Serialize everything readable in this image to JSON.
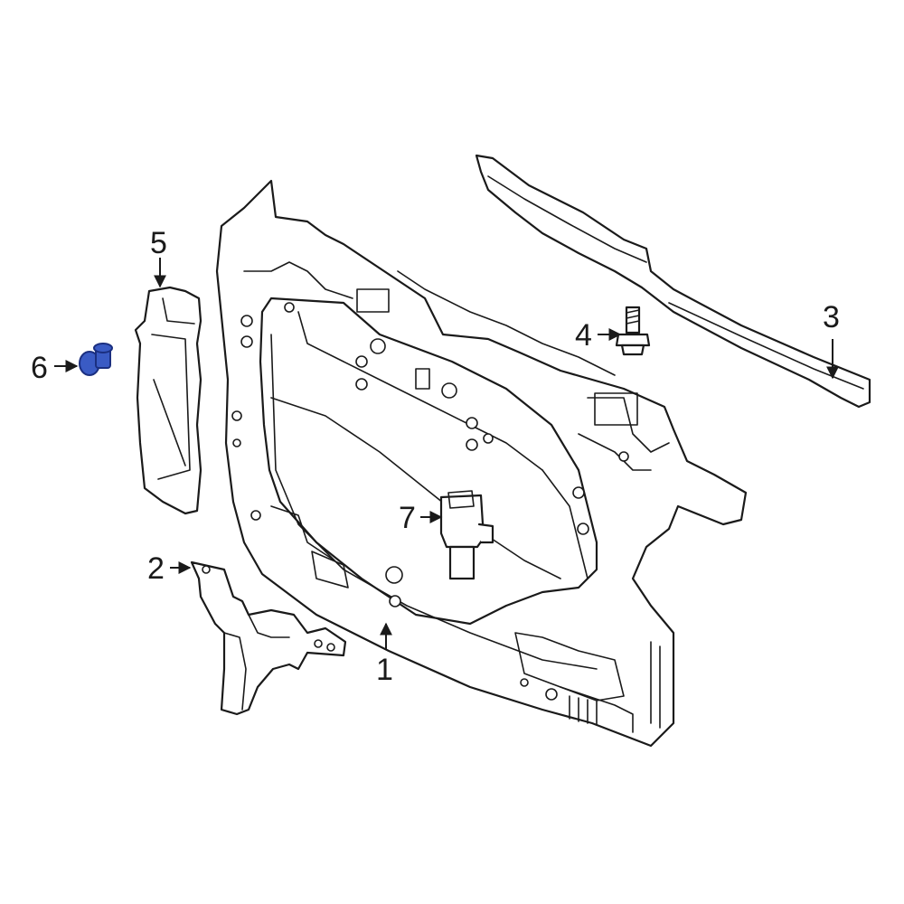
{
  "callouts": [
    {
      "label": "1"
    },
    {
      "label": "2"
    },
    {
      "label": "3"
    },
    {
      "label": "4"
    },
    {
      "label": "5"
    },
    {
      "label": "6"
    },
    {
      "label": "7"
    }
  ],
  "colors": {
    "line": "#1a1a1a",
    "background": "#ffffff",
    "highlight_fill": "#3a5bc4",
    "highlight_stroke": "#1b2f80"
  }
}
